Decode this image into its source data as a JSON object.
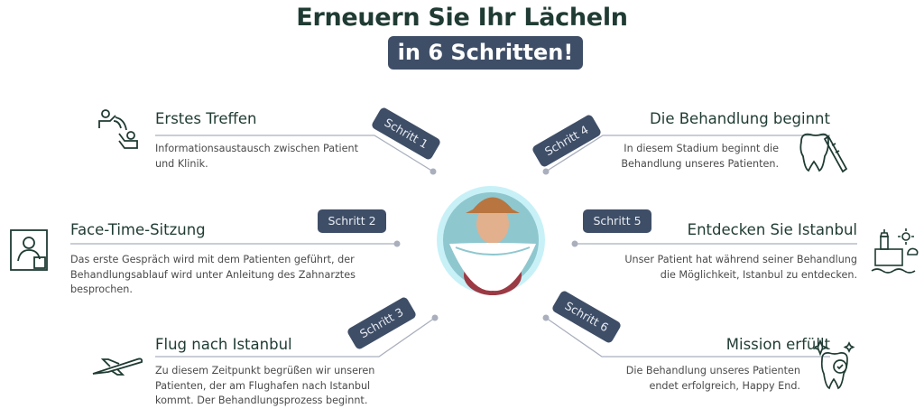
{
  "header": {
    "title": "Erneuern Sie Ihr Lächeln",
    "subtitle": "in 6 Schritten!"
  },
  "colors": {
    "dark": "#1f3b33",
    "badge": "#3f4e67",
    "line": "#a9afbd",
    "circle_outer": "#c8f1f7",
    "circle_inner": "#8fc7cf"
  },
  "steps": [
    {
      "badge": "Schritt 1",
      "title": "Erstes Treffen",
      "desc": "Informationsaustausch zwischen Patient und Klinik.",
      "icon": "people-waving-icon"
    },
    {
      "badge": "Schritt 2",
      "title": "Face-Time-Sitzung",
      "desc": "Das erste Gespräch wird mit dem Patienten geführt, der Behandlungsablauf wird unter Anleitung des Zahnarztes besprochen.",
      "icon": "video-call-icon"
    },
    {
      "badge": "Schritt 3",
      "title": "Flug nach Istanbul",
      "desc": "Zu diesem Zeitpunkt begrüßen wir unseren Patienten, der am Flughafen nach Istanbul kommt. Der Behandlungsprozess beginnt.",
      "icon": "airplane-icon"
    },
    {
      "badge": "Schritt 4",
      "title": "Die Behandlung beginnt",
      "desc": "In diesem Stadium beginnt die Behandlung unseres Patienten.",
      "icon": "tooth-brush-icon"
    },
    {
      "badge": "Schritt 5",
      "title": "Entdecken Sie Istanbul",
      "desc": "Unser Patient hat während seiner Behandlung die Möglichkeit, Istanbul zu entdecken.",
      "icon": "maiden-tower-icon"
    },
    {
      "badge": "Schritt 6",
      "title": "Mission erfüllt",
      "desc": "Die Behandlung unseres Patienten endet erfolgreich, Happy End.",
      "icon": "sparkling-tooth-icon"
    }
  ]
}
